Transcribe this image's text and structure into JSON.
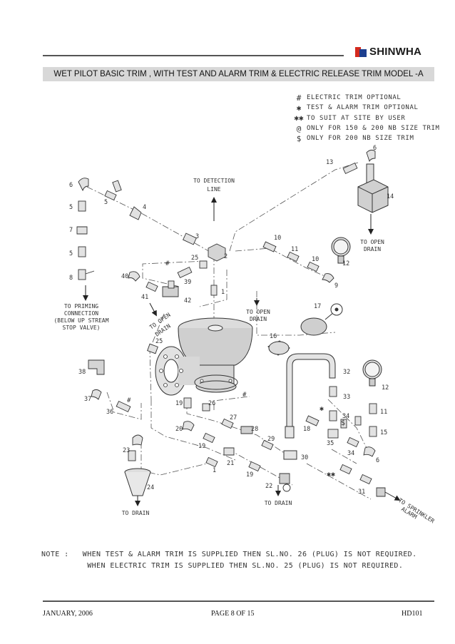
{
  "header": {
    "brand": "SHINWHA",
    "title": "WET  PILOT BASIC TRIM , WITH TEST AND ALARM TRIM &  ELECTRIC RELEASE TRIM MODEL -A"
  },
  "legend": [
    {
      "symbol": "#",
      "text": "ELECTRIC TRIM OPTIONAL"
    },
    {
      "symbol": "✱",
      "text": "TEST & ALARM TRIM OPTIONAL"
    },
    {
      "symbol": "✱✱",
      "text": "TO SUIT AT SITE BY USER"
    },
    {
      "symbol": "@",
      "text": "ONLY FOR 150 & 200 NB SIZE TRIM"
    },
    {
      "symbol": "$",
      "text": "ONLY FOR 200 NB SIZE TRIM"
    }
  ],
  "labels": {
    "to_detection_line": [
      "TO DETECTION",
      "LINE"
    ],
    "to_open_drain_right": [
      "TO OPEN",
      "DRAIN"
    ],
    "to_priming": [
      "TO PRIMING",
      "CONNECTION",
      "(BELOW UP STREAM",
      "STOP VALVE)"
    ],
    "to_open_drain_diag": [
      "TO OPEN",
      "DRAIN"
    ],
    "to_open_drain_mid": [
      "TO OPEN",
      "DRAIN"
    ],
    "to_drain_left": "TO DRAIN",
    "to_drain_bottom": "TO DRAIN",
    "to_sprinkler": [
      "TO SPRINKLER",
      "ALARM"
    ]
  },
  "parts": [
    "6",
    "5",
    "4",
    "5",
    "7",
    "5",
    "8",
    "3",
    "2",
    "25",
    "39",
    "40",
    "41",
    "42",
    "1",
    "13",
    "6",
    "14",
    "10",
    "11",
    "10",
    "12",
    "9",
    "17",
    "16",
    "25",
    "38",
    "37",
    "36",
    "19",
    "26",
    "20",
    "27",
    "28",
    "19",
    "29",
    "23",
    "21",
    "1",
    "19",
    "24",
    "22",
    "30",
    "32",
    "33",
    "12",
    "18",
    "34",
    "35",
    "11",
    "15",
    "34",
    "6",
    "31"
  ],
  "hash_marks": [
    "#",
    "#",
    "#"
  ],
  "dollar_mark": "$",
  "star_marks": [
    "✱",
    "✱✱"
  ],
  "note": {
    "prefix": "NOTE :",
    "line1": "WHEN TEST & ALARM TRIM IS SUPPLIED THEN SL.NO. 26 (PLUG) IS NOT REQUIRED.",
    "line2": "WHEN ELECTRIC TRIM IS SUPPLIED THEN SL.NO. 25 (PLUG) IS NOT REQUIRED."
  },
  "footer": {
    "date": "JANUARY, 2006",
    "page": "PAGE 8   OF 15",
    "doc": "HD101"
  }
}
